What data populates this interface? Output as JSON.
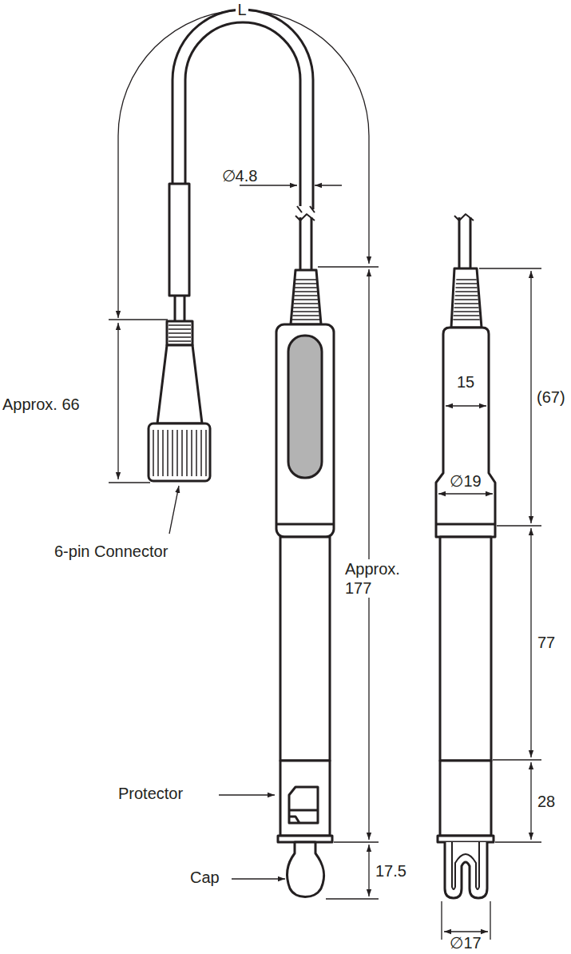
{
  "diagram": {
    "labels": [
      "L",
      "∅4.8",
      "Approx. 66",
      "6-pin Connector",
      "Approx. 177",
      "Protector",
      "Cap",
      "17.5",
      "15",
      "(67)",
      "∅19",
      "77",
      "28",
      "∅17"
    ]
  }
}
